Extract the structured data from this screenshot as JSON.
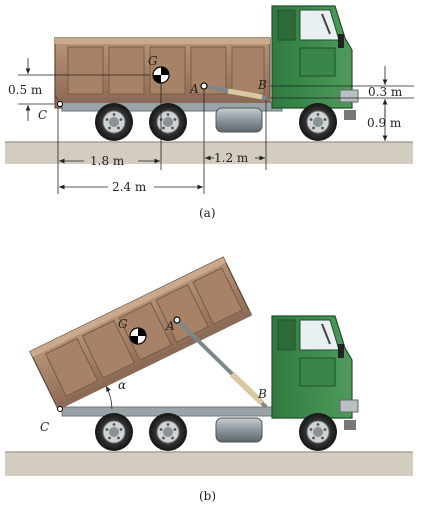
{
  "figure_a": {
    "caption": "(a)",
    "point_g": "G",
    "point_a": "A",
    "point_b": "B",
    "point_c": "C",
    "dim_c_to_g": "0.5 m",
    "dim_b_above": "0.3 m",
    "dim_b_to_ground": "0.9 m",
    "dim_c_g_horizontal": "1.8 m",
    "dim_a_b_horizontal": "1.2 m",
    "dim_c_a_horizontal": "2.4 m"
  },
  "figure_b": {
    "caption": "(b)",
    "point_g": "G",
    "point_a": "A",
    "point_b": "B",
    "point_c": "C",
    "angle_label": "α"
  },
  "colors": {
    "cab_green": "#3e8a4c",
    "bed_brown": "#a07a62",
    "panel_brown": "#b79277",
    "frame_gray": "#9aa3a8",
    "ground": "#c9c3b3"
  }
}
